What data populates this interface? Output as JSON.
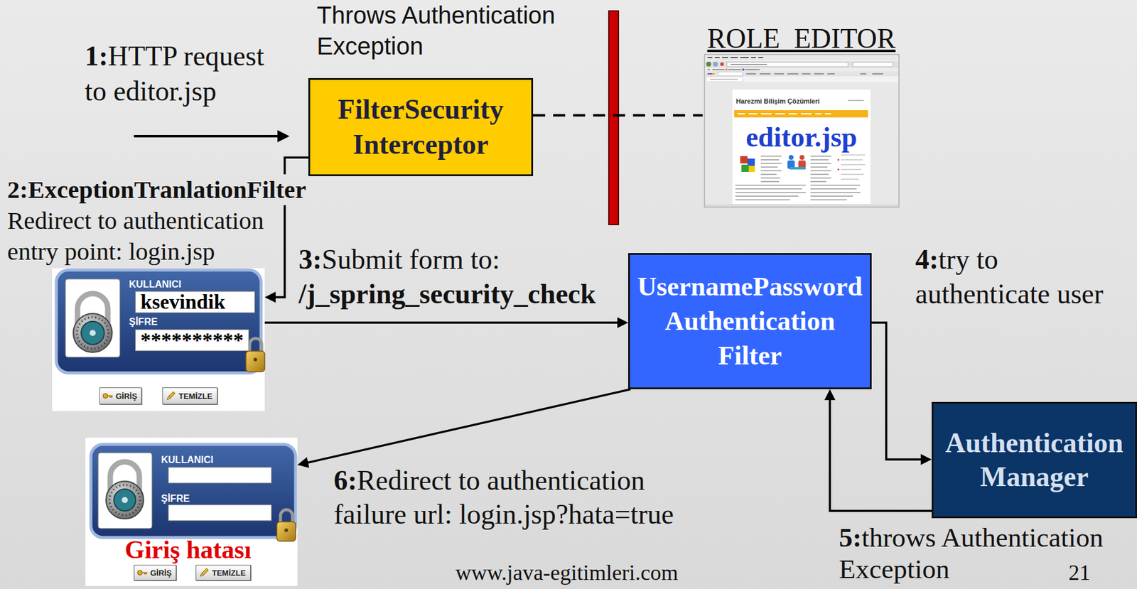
{
  "diagram": {
    "nodes": [
      {
        "text": [
          "FilterSecurity Interceptor"
        ]
      },
      {
        "text": [
          "ROLE_EDITOR",
          "Harezmi Bilişim Çözümleri",
          "editor.jsp"
        ]
      },
      {
        "text": [
          "KULLANICI",
          "ŞİFRE"
        ]
      },
      {
        "text": [
          "ksevindik"
        ],
        "in": 2
      },
      {
        "text": [
          "**********"
        ],
        "in": 2
      },
      {
        "text": [
          "GİRİŞ"
        ],
        "in": 2
      },
      {
        "text": [
          "TEMİZLE"
        ],
        "in": 2
      },
      {
        "text": [
          "UsernamePassword Authentication Filter"
        ]
      },
      {
        "text": [
          "Authentication Manager"
        ]
      },
      {
        "text": [
          "KULLANICI",
          "ŞİFRE",
          "Giriş hatası"
        ]
      },
      {
        "text": [
          "GİRİŞ"
        ],
        "in": 9
      },
      {
        "text": [
          "TEMİZLE"
        ],
        "in": 9
      }
    ],
    "edges": [
      {
        "from": 0,
        "to": 1,
        "arrow": "none"
      },
      {
        "from": 0,
        "to": 2,
        "arrow": "to"
      },
      {
        "from": 2,
        "to": 7,
        "arrow": "to"
      },
      {
        "from": 7,
        "to": 8,
        "arrow": "to"
      },
      {
        "from": 8,
        "to": 7,
        "arrow": "to"
      },
      {
        "from": 7,
        "to": 9,
        "arrow": "to"
      }
    ],
    "labels": [
      "Throws Authentication Exception",
      "1:",
      "HTTP request to editor.jsp",
      "2:ExceptionTranlationFilter",
      "Redirect to authentication entry point: login.jsp",
      "3:",
      "Submit form to:",
      "/j_spring_security_check",
      "4:",
      "try to authenticate user",
      "5:",
      "throws Authentication Exception",
      "6:",
      "Redirect to authentication failure url: login.jsp?hata=true",
      "www.java-egitimleri.com",
      "21"
    ]
  }
}
